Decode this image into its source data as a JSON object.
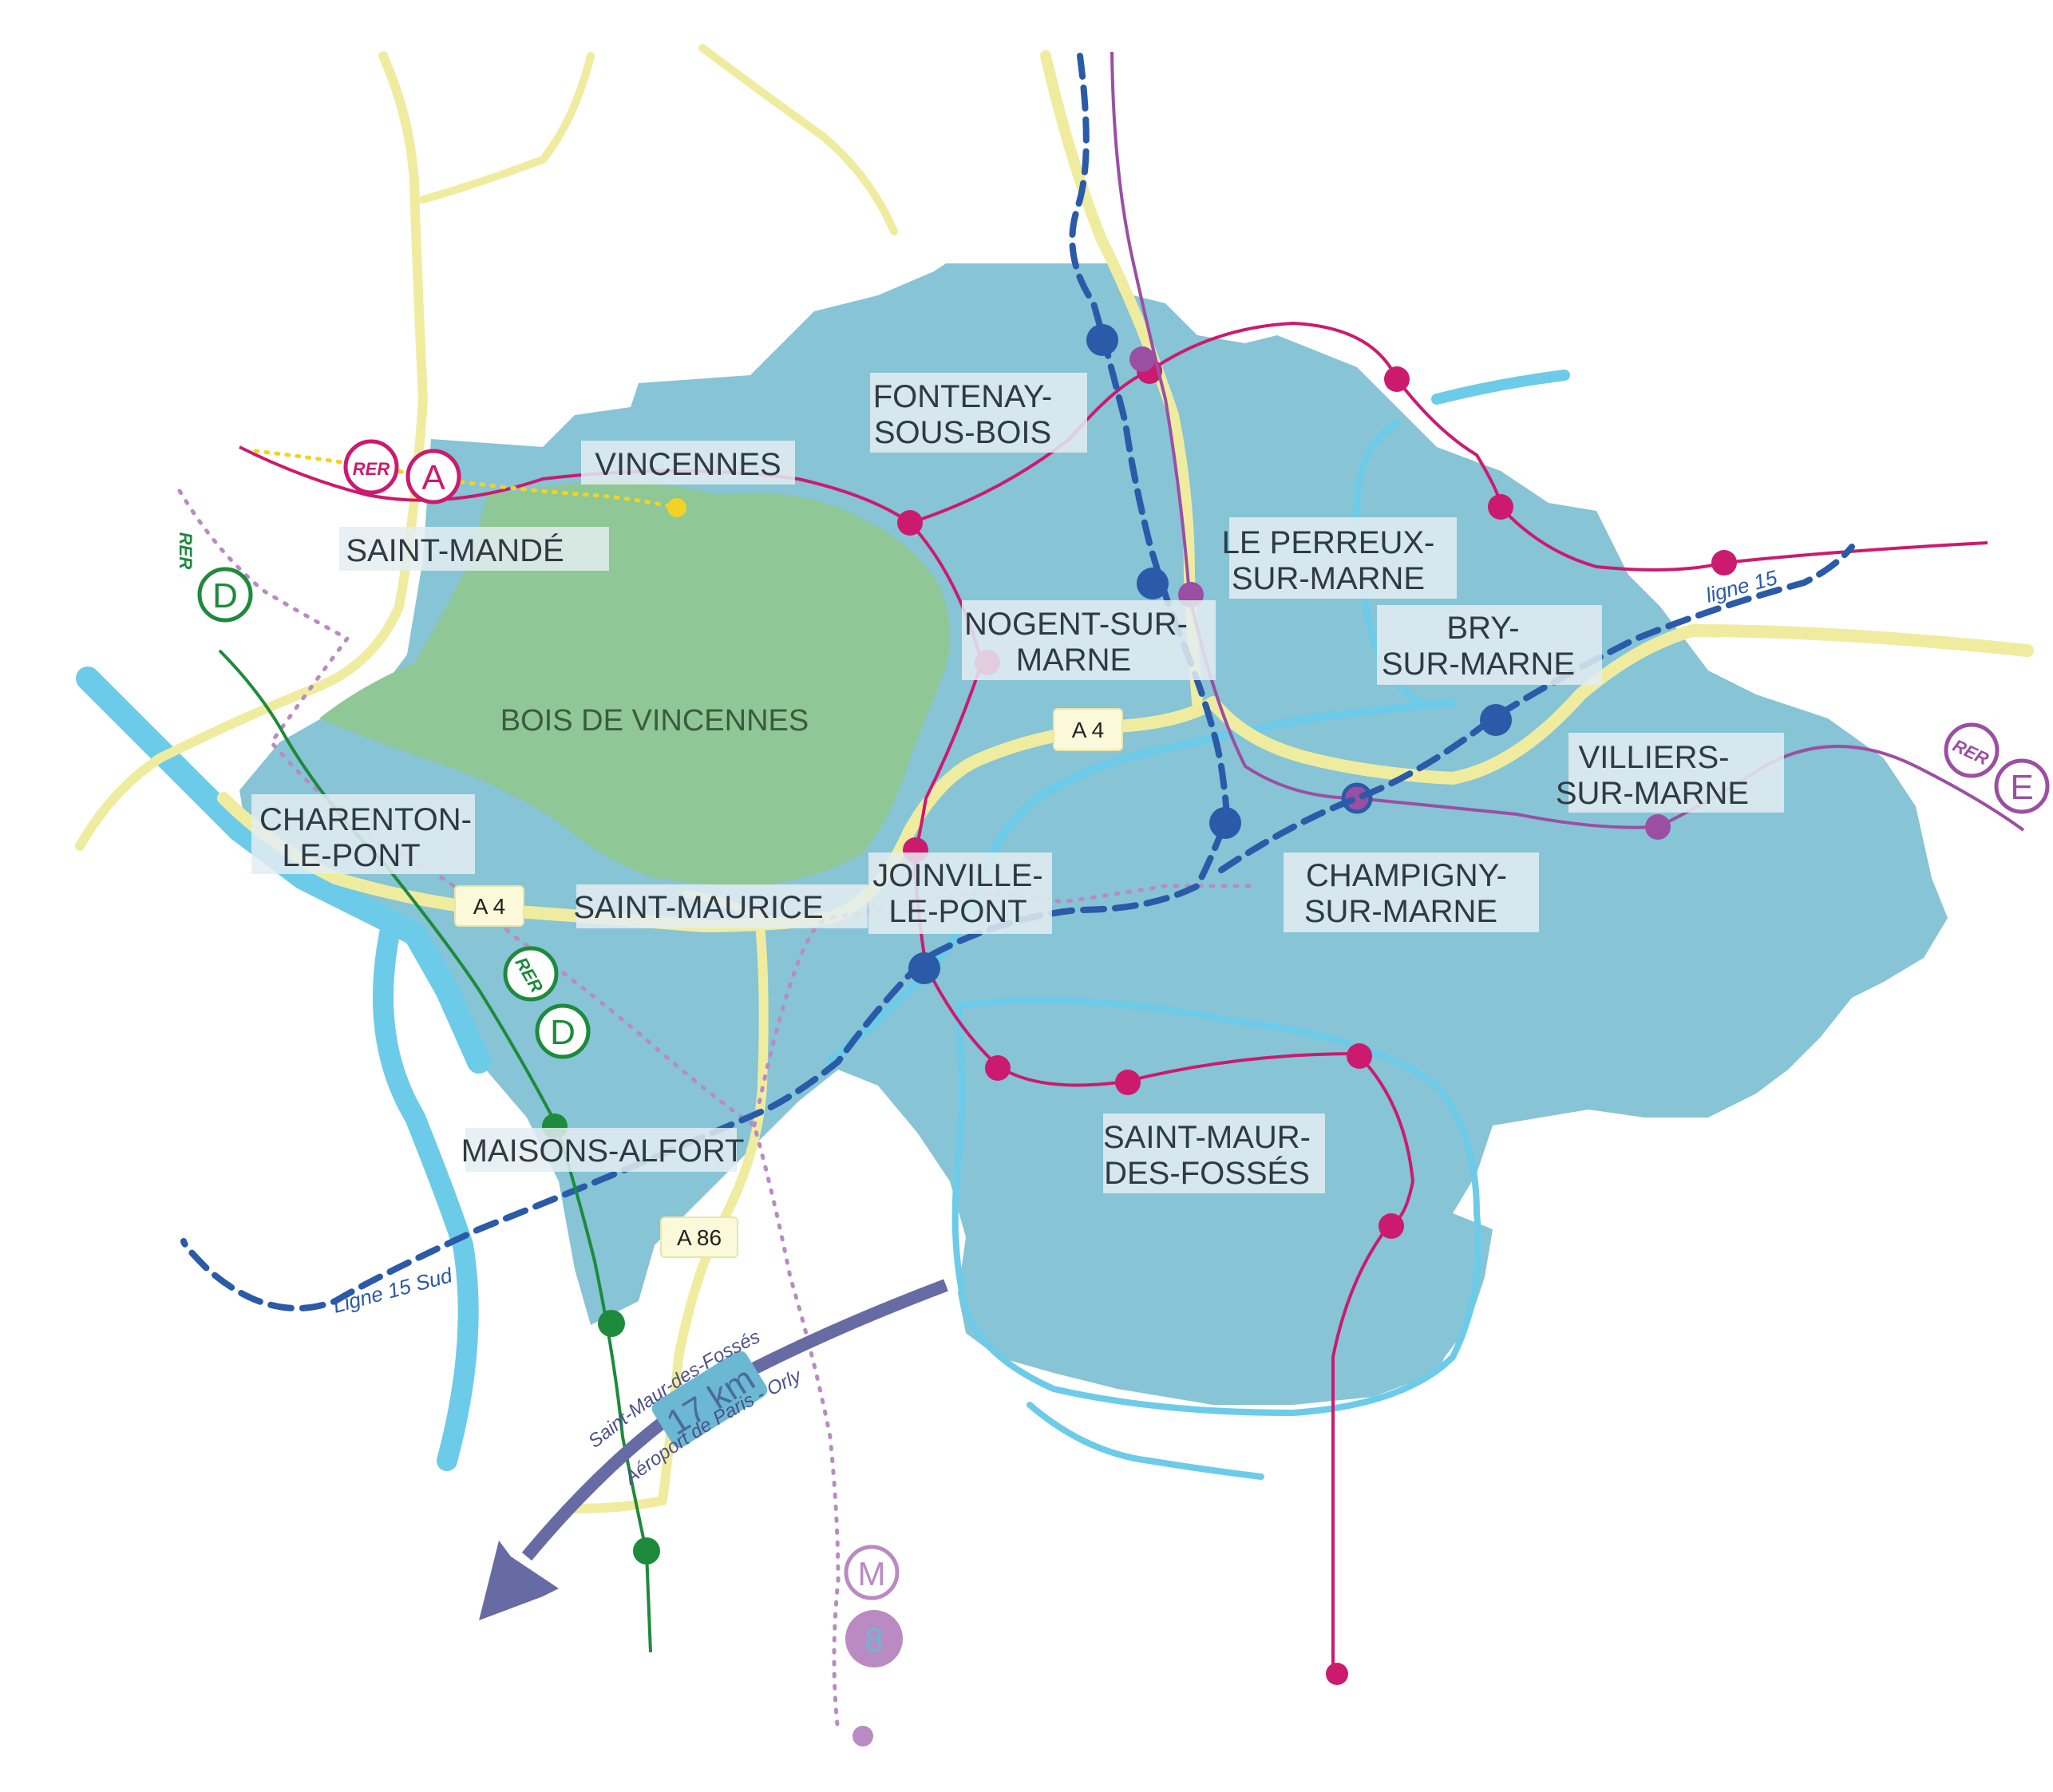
{
  "towns": {
    "fontenay": [
      "FONTENAY-",
      "SOUS-BOIS"
    ],
    "vincennes": [
      "VINCENNES"
    ],
    "saint_mande": [
      "SAINT-MANDÉ"
    ],
    "le_perreux": [
      "LE PERREUX-",
      "SUR-MARNE"
    ],
    "nogent": [
      "NOGENT-SUR-",
      "MARNE"
    ],
    "bry": [
      "BRY-",
      "SUR-MARNE"
    ],
    "villiers": [
      "VILLIERS-",
      "SUR-MARNE"
    ],
    "charenton": [
      "CHARENTON-",
      "LE-PONT"
    ],
    "saint_maurice": [
      "SAINT-MAURICE"
    ],
    "joinville": [
      "JOINVILLE-",
      "LE-PONT"
    ],
    "champigny": [
      "CHAMPIGNY-",
      "SUR-MARNE"
    ],
    "maisons_alfort": [
      "MAISONS-ALFORT"
    ],
    "saint_maur": [
      "SAINT-MAUR-",
      "DES-FOSSÉS"
    ]
  },
  "woods": {
    "label": "BOIS DE VINCENNES"
  },
  "roads": {
    "a4_east": "A 4",
    "a4_west": "A 4",
    "a86": "A 86"
  },
  "lines": {
    "ligne15": "ligne 15",
    "ligne15_sud": "Ligne 15 Sud"
  },
  "badges": {
    "rer": "RER",
    "rer_a": "A",
    "rer_d": "D",
    "rer_e": "E",
    "metro": "M",
    "metro_8": "8"
  },
  "distance": {
    "value": "17 km",
    "from": "Saint-Maur-des-Fossés",
    "to": "Aéroport de Paris - Orly"
  },
  "colors": {
    "territory": "#86c4d6",
    "woods": "#8fc796",
    "water": "#6ccbe8",
    "roads": "#efeca0",
    "rer_a": "#cc1a6e",
    "rer_d": "#1e8a3c",
    "rer_e": "#9b4fa3",
    "metro_8": "#b98bc2",
    "ligne15": "#2a5aa8",
    "arrow": "#676ba3"
  }
}
